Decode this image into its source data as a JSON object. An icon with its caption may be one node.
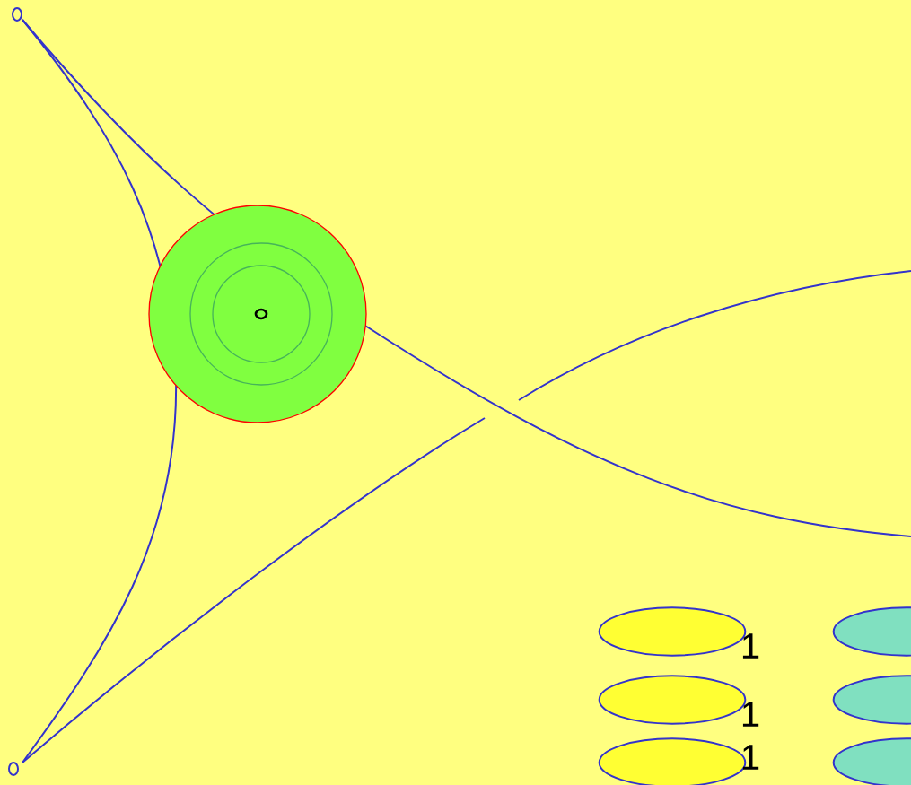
{
  "diagram": {
    "nodes": [
      {
        "text": [],
        "shape": "ellipse",
        "beside": [
          "1"
        ]
      },
      {
        "text": [],
        "shape": "ellipse"
      },
      {
        "text": [],
        "shape": "ellipse",
        "beside": [
          "1"
        ]
      },
      {
        "text": [],
        "shape": "ellipse"
      },
      {
        "text": [],
        "shape": "ellipse",
        "beside": [
          "1"
        ]
      },
      {
        "text": [],
        "shape": "ellipse"
      }
    ]
  }
}
